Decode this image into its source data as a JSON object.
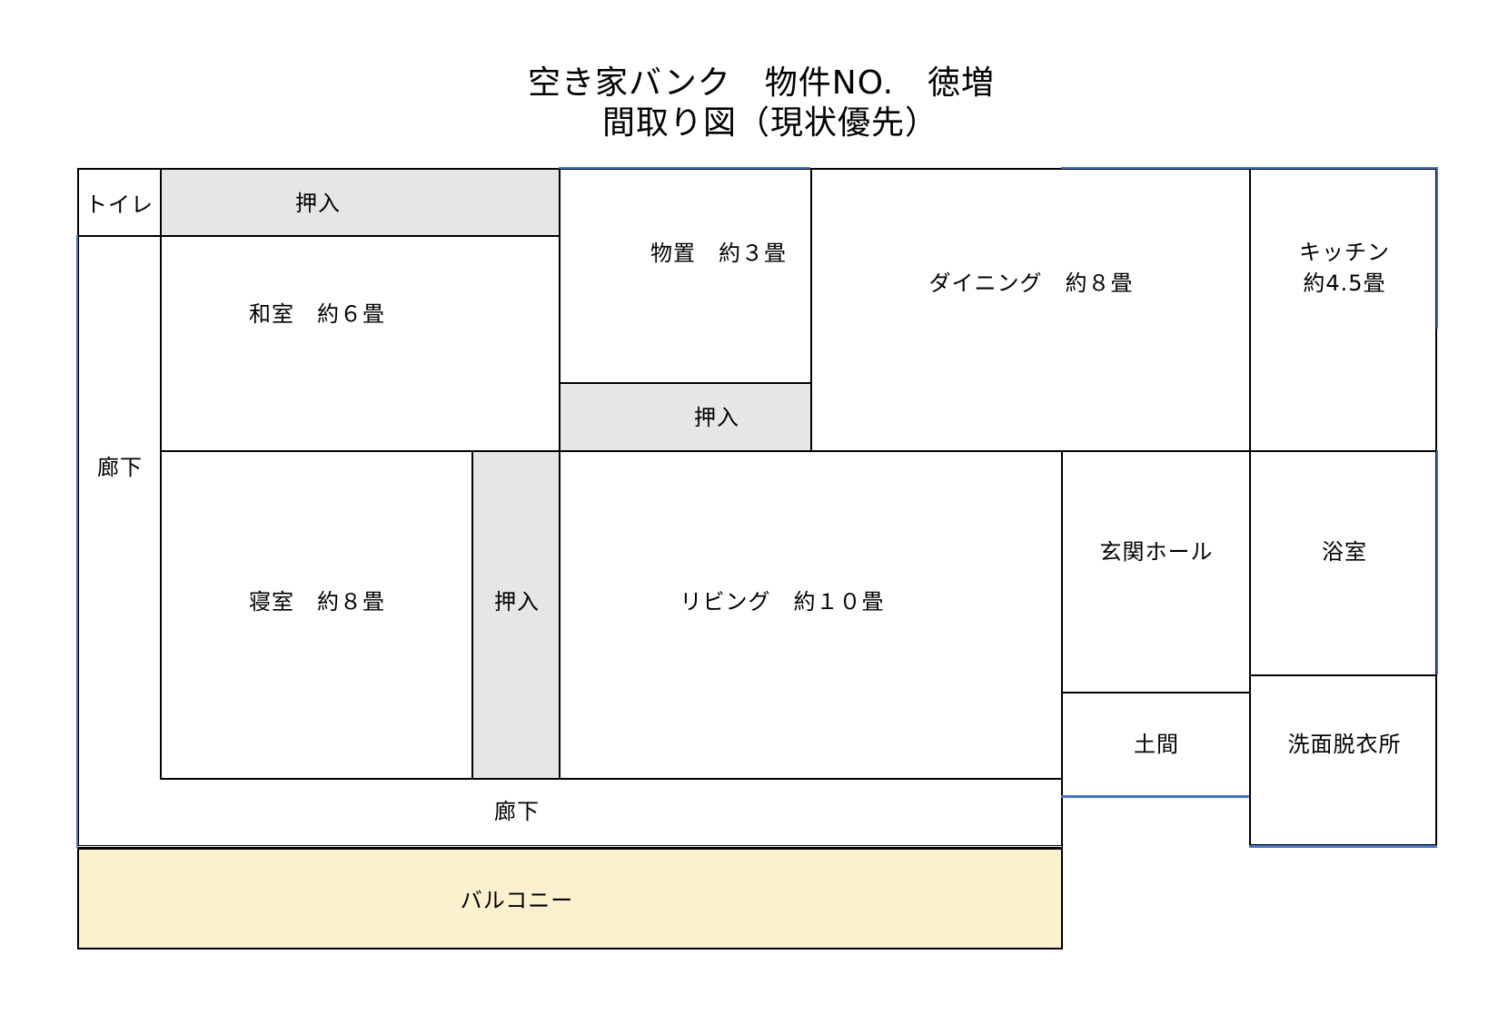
{
  "title": {
    "line1": "空き家バンク　物件NO.　徳増",
    "line2": "間取り図（現状優先）"
  },
  "rooms": {
    "toilet": "トイレ",
    "oshiire_top": "押入",
    "washitsu": "和室　約６畳",
    "monooki": "物置　約３畳",
    "oshiire_mid": "押入",
    "dining": "ダイニング　約８畳",
    "kitchen_name": "キッチン",
    "kitchen_size": "約4.5畳",
    "rouka_left": "廊下",
    "shinshitsu": "寝室　約８畳",
    "oshiire_vert": "押入",
    "living": "リビング　約１０畳",
    "genkan_hall": "玄関ホール",
    "doma": "土間",
    "yokushitsu": "浴室",
    "senmen": "洗面脱衣所",
    "rouka_bottom": "廊下",
    "balcony": "バルコニー"
  },
  "colors": {
    "line": "#000000",
    "blue_line": "#4472c4",
    "closet_fill": "#e6e6e6",
    "balcony_fill": "#fbf1cf"
  }
}
